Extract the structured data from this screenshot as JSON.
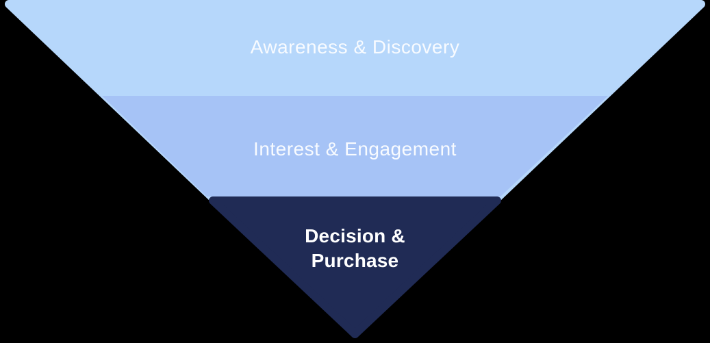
{
  "diagram": {
    "type": "inverted-funnel",
    "background_color": "#000000",
    "stages": [
      {
        "label": "Awareness & Discovery",
        "fill_color": "#B6D7FB",
        "text_color": "#F8FBFF",
        "text_style": "light"
      },
      {
        "label": "Interest & Engagement",
        "fill_color": "#A6C3F6",
        "text_color": "#F8FBFF",
        "text_style": "light"
      },
      {
        "label": "Decision & Purchase",
        "fill_color": "#202B55",
        "text_color": "#FFFFFF",
        "text_style": "bold"
      }
    ]
  }
}
